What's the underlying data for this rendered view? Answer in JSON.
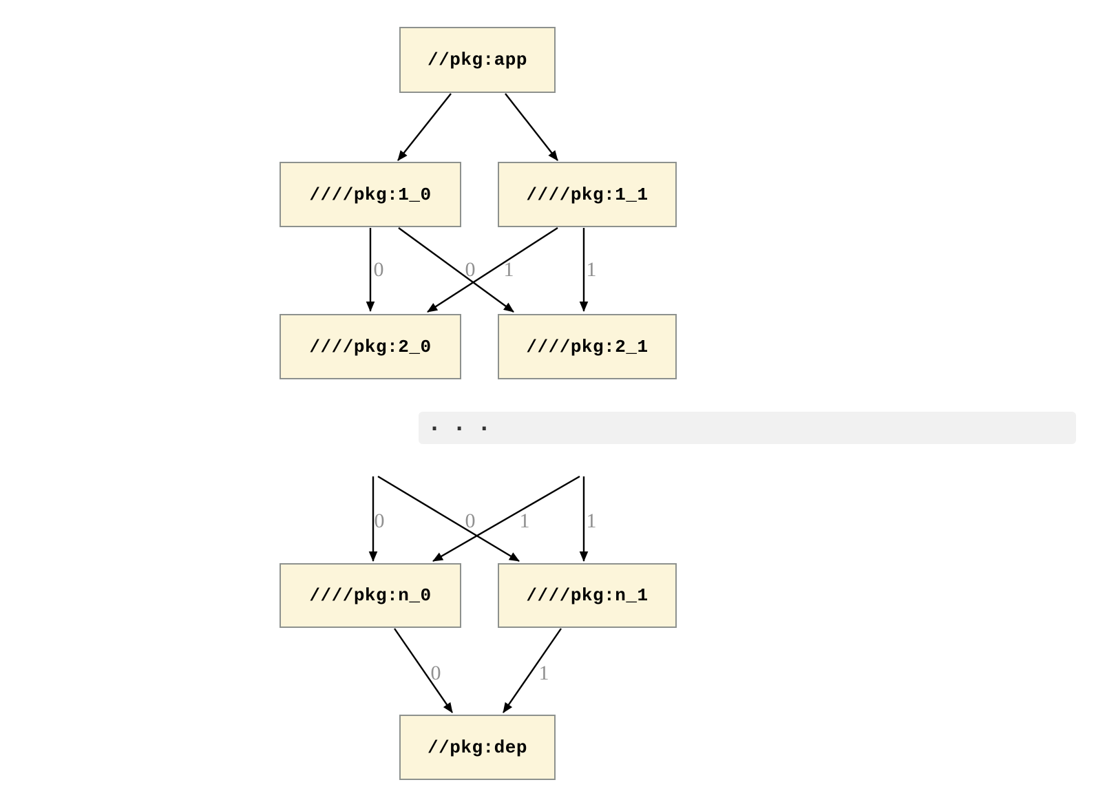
{
  "diagram": {
    "type": "dependency-graph",
    "nodes": [
      {
        "id": "app",
        "label": "//pkg:app"
      },
      {
        "id": "1_0",
        "label": "////pkg:1_0"
      },
      {
        "id": "1_1",
        "label": "////pkg:1_1"
      },
      {
        "id": "2_0",
        "label": "////pkg:2_0"
      },
      {
        "id": "2_1",
        "label": "////pkg:2_1"
      },
      {
        "id": "n_0",
        "label": "////pkg:n_0"
      },
      {
        "id": "n_1",
        "label": "////pkg:n_1"
      },
      {
        "id": "dep",
        "label": "//pkg:dep"
      }
    ],
    "edges": [
      {
        "from": "app",
        "to": "1_0",
        "label": ""
      },
      {
        "from": "app",
        "to": "1_1",
        "label": ""
      },
      {
        "from": "1_0",
        "to": "2_0",
        "label": "0"
      },
      {
        "from": "1_0",
        "to": "2_1",
        "label": "1"
      },
      {
        "from": "1_1",
        "to": "2_0",
        "label": "0"
      },
      {
        "from": "1_1",
        "to": "2_1",
        "label": "1"
      },
      {
        "from": "ellipsis",
        "to": "n_0",
        "label": "0"
      },
      {
        "from": "ellipsis",
        "to": "n_1",
        "label": "1"
      },
      {
        "from": "ellipsis",
        "to": "n_0",
        "label": "0"
      },
      {
        "from": "ellipsis",
        "to": "n_1",
        "label": "1"
      },
      {
        "from": "n_0",
        "to": "dep",
        "label": "0"
      },
      {
        "from": "n_1",
        "to": "dep",
        "label": "1"
      }
    ],
    "separator": {
      "label": ". . ."
    },
    "colors": {
      "node_fill": "#fcf5da",
      "node_border": "#8d918e",
      "edge": "#000000",
      "edge_label": "#909090",
      "separator_bg": "#f1f1f1"
    }
  }
}
